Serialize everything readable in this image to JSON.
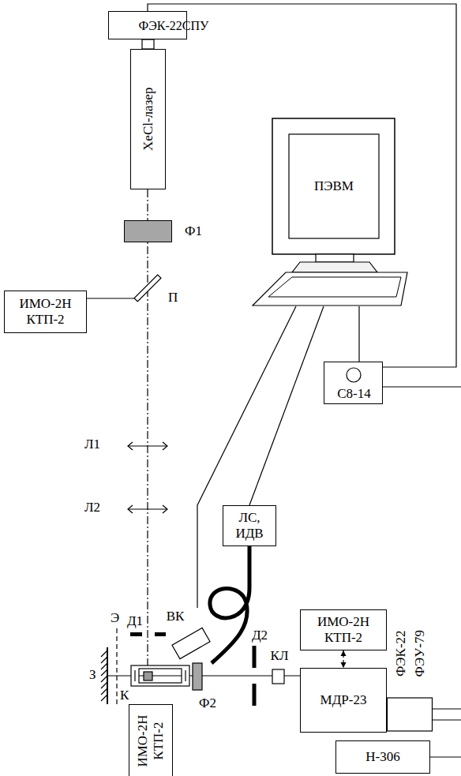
{
  "diagram": {
    "nodes": [
      {
        "text": [
          "ФЭК-22СПУ"
        ]
      },
      {
        "text": [
          "XeCl-лазер"
        ]
      },
      {
        "text": [
          "ПЭВМ"
        ]
      },
      {
        "text": [
          "Ф1"
        ]
      },
      {
        "text": [
          "ИМО-2Н КТП-2"
        ]
      },
      {
        "text": [
          "С8-14"
        ]
      },
      {
        "text": [
          "ЛС, ИДВ"
        ]
      },
      {
        "text": [
          "ВК"
        ]
      },
      {
        "text": [
          "ИМО-2Н КТП-2"
        ]
      },
      {
        "text": [
          "Ф2"
        ]
      },
      {
        "text": [
          "КЛ"
        ]
      },
      {
        "text": [
          "МДР-23"
        ]
      },
      {
        "text": [
          "ФЭК-22",
          "ФЭУ-79"
        ]
      },
      {
        "text": [
          "Н-306"
        ]
      },
      {
        "text": [
          "ИМО-2Н КТП-2"
        ]
      }
    ],
    "edges": [
      {
        "from": 0,
        "to": 5,
        "arrow": "none"
      },
      {
        "from": 5,
        "to": 2,
        "arrow": "none"
      },
      {
        "from": 2,
        "to": 7,
        "arrow": "none"
      },
      {
        "from": 2,
        "to": 6,
        "arrow": "none"
      },
      {
        "from": 8,
        "to": 11,
        "arrow": "both"
      }
    ],
    "labels": [
      "П",
      "Л1",
      "Л2",
      "Э",
      "Д1",
      "З",
      "К",
      "Д2"
    ]
  }
}
